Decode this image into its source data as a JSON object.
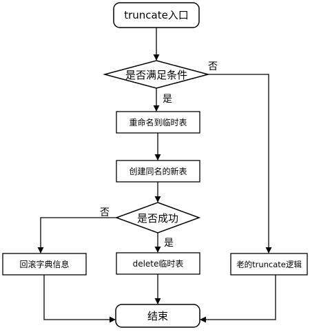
{
  "nodes": {
    "start": "truncate入口",
    "cond_check": "是否满足条件",
    "rename": "重命名到临时表",
    "create_new": "创建同名的新表",
    "success_check": "是否成功",
    "rollback": "回滚字典信息",
    "delete_temp": "delete临时表",
    "old_logic": "老的truncate逻辑",
    "end": "结束"
  },
  "edge_labels": {
    "cond_yes": "是",
    "cond_no": "否",
    "success_yes": "是",
    "success_no": "否"
  },
  "colors": {
    "stroke": "#000000",
    "fill": "#ffffff"
  }
}
